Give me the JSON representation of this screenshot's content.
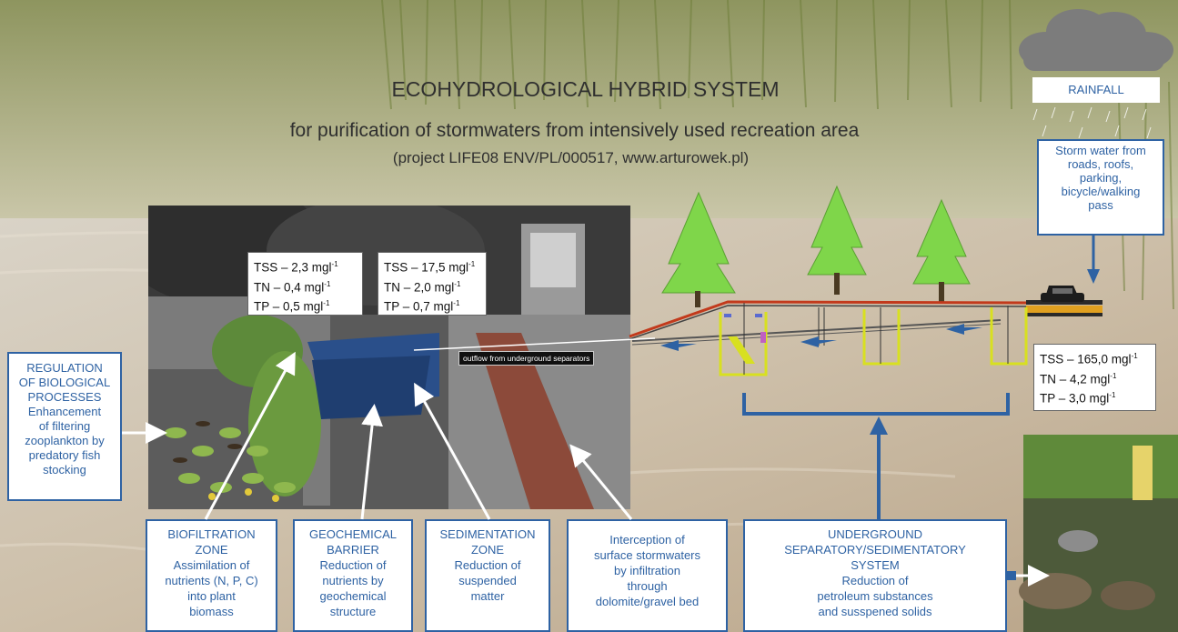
{
  "title": {
    "line1": "ECOHYDROLOGICAL HYBRID SYSTEM",
    "line2": "for purification of stormwaters from intensively used recreation area",
    "line3": "(project LIFE08 ENV/PL/000517, www.arturowek.pl)"
  },
  "rainfall": "RAINFALL",
  "storm_water": [
    "Storm water from",
    "roads, roofs,",
    "parking,",
    "bicycle/walking",
    "pass"
  ],
  "concentrations": {
    "biofiltration": {
      "tss": "TSS – 2,3 mgl",
      "tn": "TN –  0,4 mgl",
      "tp": "TP – 0,5  mgl",
      "unit_sup": "-1"
    },
    "sedimentation": {
      "tss": "TSS – 17,5 mgl",
      "tn": "TN –  2,0 mgl",
      "tp": "TP – 0,7  mgl",
      "unit_sup": "-1"
    },
    "inflow": {
      "tss": "TSS – 165,0 mgl",
      "tn": "TN – 4,2 mgl",
      "tp": "TP – 3,0 mgl",
      "unit_sup": "-1"
    }
  },
  "outflow_label": "outflow from underground separators",
  "regulation": [
    "REGULATION",
    "OF BIOLOGICAL",
    "PROCESSES",
    "Enhancement",
    "of filtering",
    "zooplankton by",
    "predatory fish",
    "stocking"
  ],
  "zones": {
    "biofiltration": [
      "BIOFILTRATION",
      "ZONE",
      "Assimilation of",
      "nutrients (N, P, C)",
      "into plant",
      "biomass"
    ],
    "geochemical": [
      "GEOCHEMICAL",
      "BARRIER",
      "Reduction of",
      "nutrients by",
      "geochemical",
      "structure"
    ],
    "sedimentation": [
      "SEDIMENTATION",
      "ZONE",
      "Reduction of",
      "suspended",
      "matter"
    ],
    "interception": [
      "Interception of",
      "surface stormwaters",
      "by infiltration",
      "through",
      "dolomite/gravel bed"
    ],
    "underground": [
      "UNDERGROUND",
      "SEPARATORY/SEDIMENTATORY",
      "SYSTEM",
      "Reduction of",
      "petroleum substances",
      "and susspened solids"
    ]
  },
  "colors": {
    "accent": "#2e62a3",
    "tree": "#7fd64a",
    "box_border": "#2e62a3"
  }
}
